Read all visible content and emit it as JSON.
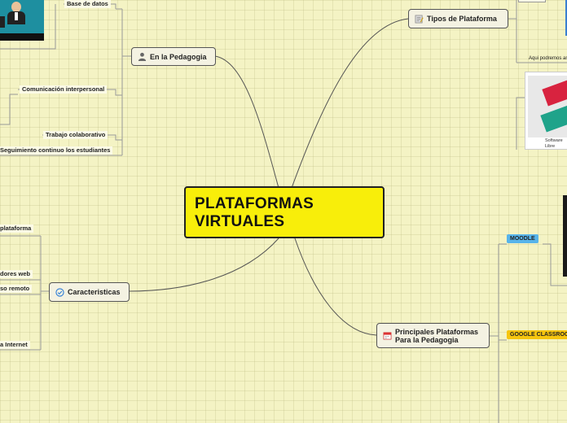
{
  "central": {
    "title_line1": "PLATAFORMAS",
    "title_line2": "VIRTUALES"
  },
  "branches": {
    "pedagogia": {
      "label": "En la Pedagogia",
      "children": [
        "Base de datos",
        "Comunicación interpersonal",
        "Trabajo colaborativo",
        "Seguimiento continuo los estudiantes"
      ]
    },
    "tipos": {
      "label": "Tipos de Plataforma",
      "children": [
        "Aqui podremos ar",
        "Software Libre"
      ]
    },
    "caracteristicas": {
      "label": "Caracteristicas",
      "children": [
        "plataforma",
        "dores web",
        "so remoto",
        "a Internet"
      ]
    },
    "principales": {
      "label_line1": "Principales Plataformas",
      "label_line2": "Para la Pedagogia",
      "children": [
        "MOODLE",
        "GOOGLE CLASSROO"
      ]
    }
  },
  "colors": {
    "background": "#f4f3c4",
    "central_fill": "#f8ee0a",
    "moodle_tag": "#57b4ea",
    "classroom_tag": "#f6c50f",
    "software_red": "#d8233f",
    "software_teal": "#1fa38a"
  },
  "icons": {
    "pedagogia": "user-icon",
    "tipos": "note-icon",
    "caracteristicas": "check-circle-icon",
    "principales": "calendar-icon"
  }
}
